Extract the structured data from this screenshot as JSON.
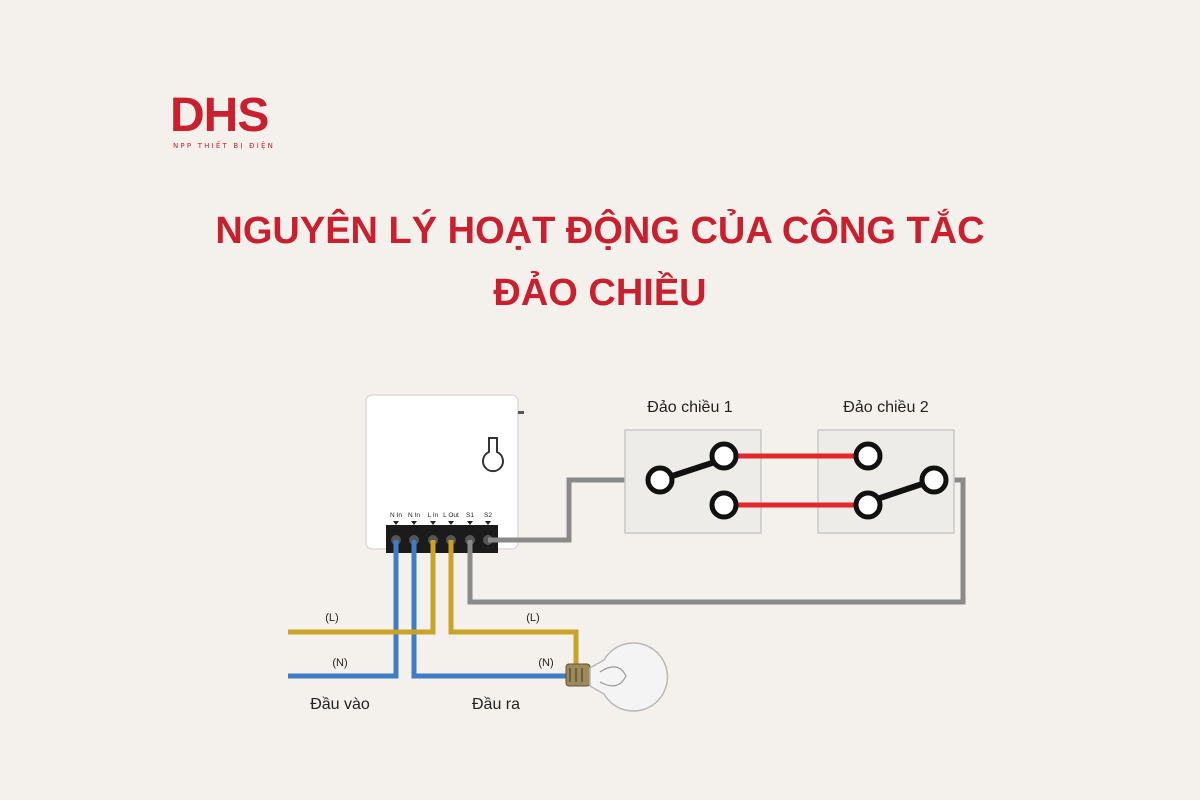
{
  "logo": {
    "text": "DHS",
    "subtitle": "NPP THIẾT BỊ ĐIỆN"
  },
  "title": {
    "line1": "NGUYÊN LÝ HOẠT ĐỘNG CỦA CÔNG TẮC",
    "line2": "ĐẢO CHIỀU"
  },
  "diagram": {
    "terminals": [
      "N In",
      "N In",
      "L In",
      "L Out",
      "S1",
      "S2"
    ],
    "switch1_label": "Đảo chiều 1",
    "switch2_label": "Đảo chiều 2",
    "wire_L_label": "(L)",
    "wire_N_label": "(N)",
    "input_label": "Đầu vào",
    "output_label": "Đầu ra",
    "colors": {
      "live": "#c9a227",
      "neutral": "#3f7cc4",
      "traveler": "#e3262a",
      "switch_wire": "#8a8a8a",
      "brand": "#c8202f"
    }
  }
}
